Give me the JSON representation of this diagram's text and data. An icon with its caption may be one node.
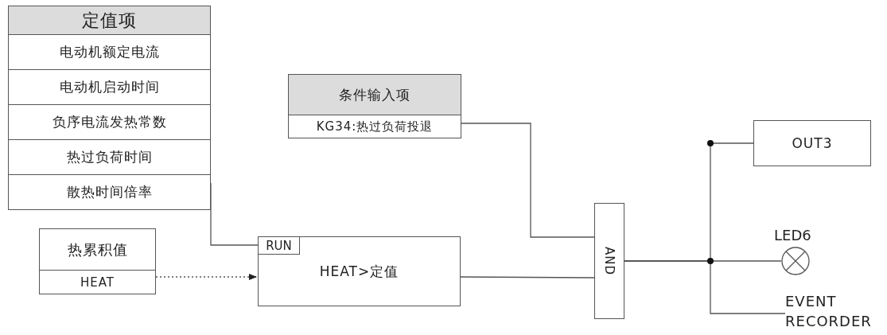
{
  "diagram": {
    "nodes": [
      {
        "text": [
          "定值项",
          "电动机额定电流",
          "电动机启动时间",
          "负序电流发热常数",
          "热过负荷时间",
          "散热时间倍率"
        ]
      },
      {
        "text": [
          "条件输入项",
          "KG34:热过负荷投退"
        ]
      },
      {
        "text": [
          "热累积值",
          "HEAT"
        ]
      },
      {
        "text": [
          "RUN",
          "HEAT>定值"
        ]
      },
      {
        "text": [
          "AND"
        ]
      },
      {
        "text": [
          "OUT3"
        ]
      },
      {
        "text": [],
        "shape": "circle",
        "beside": [
          "LED6"
        ]
      },
      {
        "text": [
          "EVENT RECORDER"
        ]
      }
    ],
    "edges": [
      {
        "from": 0,
        "to": 3,
        "arrow": "none"
      },
      {
        "from": 2,
        "to": 3,
        "arrow": "to",
        "style": "dashed"
      },
      {
        "from": 1,
        "to": 4,
        "arrow": "none"
      },
      {
        "from": 3,
        "to": 4,
        "arrow": "none"
      },
      {
        "from": 4,
        "to": 5,
        "arrow": "none"
      },
      {
        "from": 4,
        "to": 6,
        "arrow": "none"
      },
      {
        "from": 4,
        "to": 7,
        "arrow": "none"
      }
    ]
  }
}
